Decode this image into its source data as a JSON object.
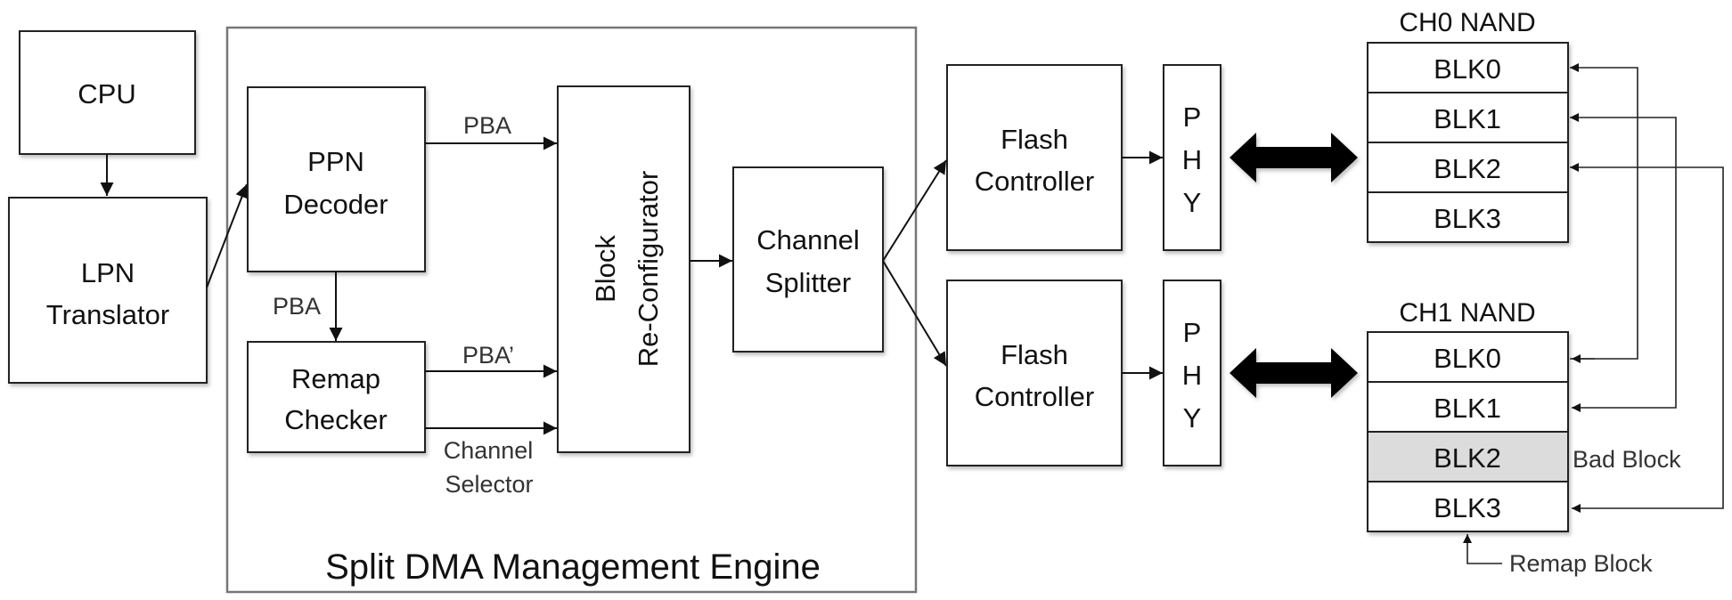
{
  "diagram": {
    "blocks": {
      "cpu": "CPU",
      "lpn_line1": "LPN",
      "lpn_line2": "Translator",
      "ppn_line1": "PPN",
      "ppn_line2": "Decoder",
      "remap_line1": "Remap",
      "remap_line2": "Checker",
      "reconf_line1": "Block",
      "reconf_line2": "Re-Configurator",
      "splitter_line1": "Channel",
      "splitter_line2": "Splitter",
      "flash0_line1": "Flash",
      "flash0_line2": "Controller",
      "flash1_line1": "Flash",
      "flash1_line2": "Controller",
      "phy0": [
        "P",
        "H",
        "Y"
      ],
      "phy1": [
        "P",
        "H",
        "Y"
      ]
    },
    "engine_label": "Split DMA Management Engine",
    "signals": {
      "ppn_to_reconf": "PBA",
      "ppn_to_remap": "PBA",
      "remap_to_reconf": "PBA’",
      "channel_sel_line1": "Channel",
      "channel_sel_line2": "Selector"
    },
    "nand": [
      {
        "title": "CH0 NAND",
        "blocks": [
          "BLK0",
          "BLK1",
          "BLK2",
          "BLK3"
        ],
        "bad": []
      },
      {
        "title": "CH1 NAND",
        "blocks": [
          "BLK0",
          "BLK1",
          "BLK2",
          "BLK3"
        ],
        "bad": [
          2
        ]
      }
    ],
    "annotations": {
      "bad_block": "Bad Block",
      "remap_block": "Remap Block"
    },
    "colors": {
      "bad_block_fill": "#dcdcdc",
      "engine_border": "#777777"
    }
  }
}
